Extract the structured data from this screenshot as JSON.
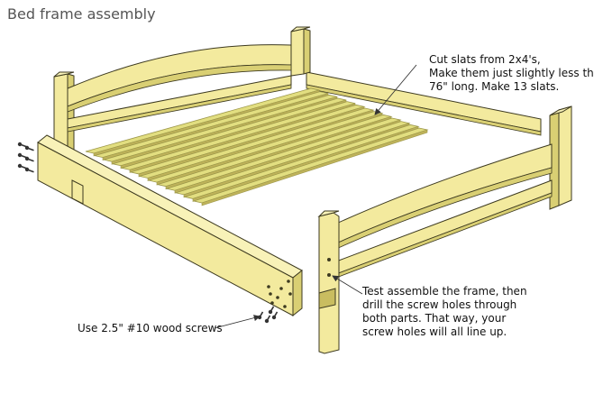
{
  "title": "Bed frame assembly",
  "notes": {
    "slats": [
      "Cut slats from 2x4's,",
      "Make them just slightly less than",
      "76\" long.  Make 13 slats."
    ],
    "frame": [
      "Test assemble the frame, then",
      "drill the screw holes through",
      "both parts.  That way, your",
      "screw holes will all line up."
    ],
    "screws": "Use 2.5\" #10 wood screws"
  },
  "colors": {
    "wood": "#f3ea9e",
    "wood_light": "#f8f2b8",
    "wood_shade": "#d9cf73",
    "wood_dark": "#bfb35a",
    "slat": "#e2de80",
    "slat_edge": "#9c974a",
    "outline": "#3d3a20",
    "text": "#111111",
    "title": "#555555"
  },
  "slat_count": 13
}
